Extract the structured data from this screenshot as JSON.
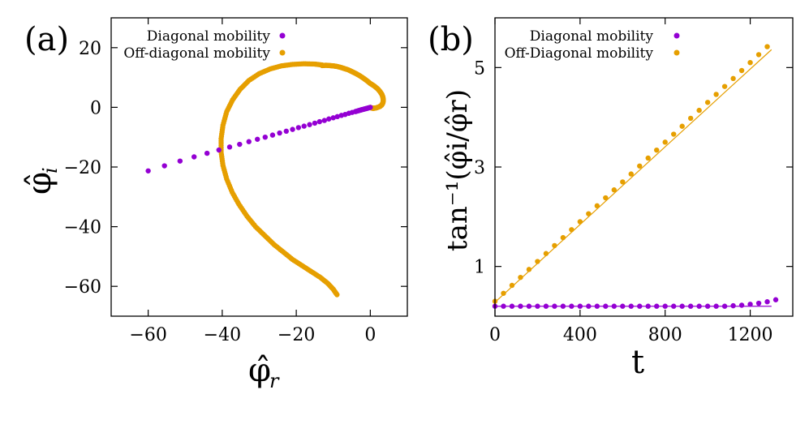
{
  "chart_data": [
    {
      "type": "scatter",
      "panel_label": "(a)",
      "xlabel": "φ̂",
      "xlabel_sub": "r",
      "ylabel": "φ̂",
      "ylabel_sub": "i",
      "xlim": [
        -70,
        10
      ],
      "ylim": [
        -70,
        30
      ],
      "xticks": [
        -60,
        -40,
        -20,
        0
      ],
      "xtick_labels": [
        "−60",
        "−40",
        "−20",
        "0"
      ],
      "yticks": [
        20,
        0,
        -20,
        -40,
        -60
      ],
      "ytick_labels": [
        "20",
        "0",
        "−20",
        "−40",
        "−60"
      ],
      "grid": false,
      "legend_position": "top-right",
      "series": [
        {
          "name": "Diagonal mobility",
          "color": "#9400d3",
          "x": [
            -60.0,
            -55.6,
            -51.4,
            -47.6,
            -44.1,
            -40.9,
            -38.0,
            -35.3,
            -32.8,
            -30.5,
            -28.4,
            -26.4,
            -24.5,
            -22.7,
            -21.0,
            -19.4,
            -17.9,
            -16.4,
            -15.0,
            -13.7,
            -12.4,
            -11.2,
            -10.0,
            -8.9,
            -7.8,
            -6.8,
            -5.8,
            -4.9,
            -4.0,
            -3.2,
            -2.4,
            -1.7,
            -1.0,
            -0.5,
            0.0
          ],
          "y": [
            -21.3,
            -19.6,
            -18.0,
            -16.6,
            -15.4,
            -14.3,
            -13.3,
            -12.4,
            -11.5,
            -10.7,
            -10.0,
            -9.3,
            -8.6,
            -8.0,
            -7.4,
            -6.8,
            -6.3,
            -5.8,
            -5.3,
            -4.8,
            -4.4,
            -3.9,
            -3.5,
            -3.1,
            -2.7,
            -2.4,
            -2.0,
            -1.7,
            -1.4,
            -1.1,
            -0.8,
            -0.6,
            -0.4,
            -0.2,
            0.0
          ]
        },
        {
          "name": "Off-diagonal mobility",
          "color": "#e69f00",
          "x": [
            -13.0,
            -12.0,
            -11.0,
            -10.0,
            -9.0,
            -8.0,
            -7.0,
            -6.0,
            -5.0,
            -4.0,
            -3.0,
            -2.0,
            -1.0,
            0.0,
            1.0,
            2.0,
            2.6,
            3.1,
            3.4,
            3.5,
            3.4,
            3.1,
            2.6,
            2.0,
            1.5,
            1.0,
            0.6,
            0.3,
            0.1,
            0.0
          ],
          "y": [
            14.0,
            14.1,
            14.0,
            13.9,
            13.7,
            13.4,
            13.0,
            12.6,
            12.0,
            11.4,
            10.7,
            9.9,
            9.0,
            8.0,
            7.2,
            6.2,
            5.3,
            4.4,
            3.4,
            2.4,
            1.5,
            0.8,
            0.3,
            0.0,
            -0.2,
            -0.3,
            -0.3,
            -0.2,
            -0.1,
            0.0
          ],
          "path_points": [
            [
              -9.0,
              -62.8
            ],
            [
              -10.0,
              -61.0
            ],
            [
              -11.5,
              -59.0
            ],
            [
              -13.5,
              -57.0
            ],
            [
              -16.0,
              -55.0
            ],
            [
              -18.5,
              -53.0
            ],
            [
              -21.0,
              -51.0
            ],
            [
              -23.5,
              -48.5
            ],
            [
              -26.0,
              -46.0
            ],
            [
              -28.5,
              -43.0
            ],
            [
              -31.0,
              -40.0
            ],
            [
              -33.3,
              -36.5
            ],
            [
              -35.5,
              -32.5
            ],
            [
              -37.3,
              -28.5
            ],
            [
              -38.8,
              -24.0
            ],
            [
              -39.8,
              -19.5
            ],
            [
              -40.3,
              -15.0
            ],
            [
              -40.3,
              -10.5
            ],
            [
              -39.8,
              -6.0
            ],
            [
              -38.8,
              -1.5
            ],
            [
              -37.2,
              2.5
            ],
            [
              -35.2,
              6.0
            ],
            [
              -32.8,
              9.0
            ],
            [
              -30.0,
              11.3
            ],
            [
              -27.0,
              12.9
            ],
            [
              -24.0,
              13.9
            ],
            [
              -21.0,
              14.4
            ],
            [
              -18.0,
              14.6
            ],
            [
              -15.0,
              14.5
            ],
            [
              -13.0,
              14.2
            ]
          ]
        }
      ]
    },
    {
      "type": "scatter",
      "panel_label": "(b)",
      "xlabel": "t",
      "ylabel": "tan⁻¹(φ̂i/φ̂r)",
      "xlim": [
        0,
        1400
      ],
      "ylim": [
        0,
        6
      ],
      "xticks": [
        0,
        400,
        800,
        1200
      ],
      "xtick_labels": [
        "0",
        "400",
        "800",
        "1200"
      ],
      "yticks": [
        1,
        3,
        5
      ],
      "ytick_labels": [
        "1",
        "3",
        "5"
      ],
      "grid": false,
      "legend_position": "top-right",
      "series": [
        {
          "name": "Diagonal mobility",
          "color": "#9400d3",
          "x": [
            0,
            40,
            80,
            120,
            160,
            200,
            240,
            280,
            320,
            360,
            400,
            440,
            480,
            520,
            560,
            600,
            640,
            680,
            720,
            760,
            800,
            840,
            880,
            920,
            960,
            1000,
            1040,
            1080,
            1120,
            1160,
            1200,
            1240,
            1280,
            1320
          ],
          "values": [
            0.2,
            0.2,
            0.2,
            0.2,
            0.2,
            0.2,
            0.2,
            0.2,
            0.2,
            0.2,
            0.2,
            0.2,
            0.2,
            0.2,
            0.2,
            0.2,
            0.2,
            0.2,
            0.2,
            0.2,
            0.2,
            0.2,
            0.2,
            0.2,
            0.2,
            0.2,
            0.2,
            0.2,
            0.21,
            0.22,
            0.24,
            0.26,
            0.29,
            0.33
          ]
        },
        {
          "name": "Off-Diagonal mobility",
          "color": "#e69f00",
          "x": [
            0,
            40,
            80,
            120,
            160,
            200,
            240,
            280,
            320,
            360,
            400,
            440,
            480,
            520,
            560,
            600,
            640,
            680,
            720,
            760,
            800,
            840,
            880,
            920,
            960,
            1000,
            1040,
            1080,
            1120,
            1160,
            1200,
            1240,
            1280
          ],
          "values": [
            0.3,
            0.46,
            0.62,
            0.78,
            0.94,
            1.1,
            1.26,
            1.42,
            1.58,
            1.74,
            1.9,
            2.06,
            2.22,
            2.38,
            2.54,
            2.7,
            2.86,
            3.02,
            3.18,
            3.34,
            3.5,
            3.66,
            3.82,
            3.98,
            4.14,
            4.3,
            4.46,
            4.62,
            4.78,
            4.94,
            5.1,
            5.26,
            5.42
          ]
        }
      ],
      "fit_lines": [
        {
          "color": "#e69f00",
          "x": [
            0,
            1300
          ],
          "y": [
            0.28,
            5.36
          ]
        },
        {
          "color": "#9400d3",
          "x": [
            0,
            1300
          ],
          "y": [
            0.2,
            0.2
          ]
        }
      ]
    }
  ]
}
